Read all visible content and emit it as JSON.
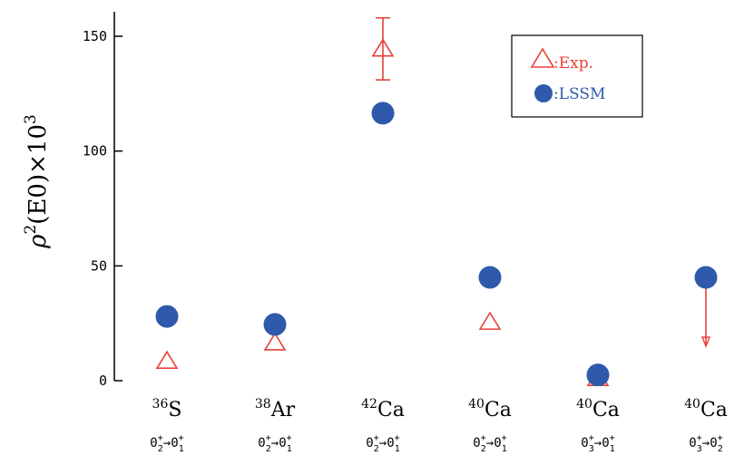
{
  "chart_data": {
    "type": "scatter",
    "ylabel": {
      "pre": "ρ",
      "sup1": "2",
      "mid": "(E0)×10",
      "sup2": "3"
    },
    "ylim": [
      0,
      160
    ],
    "yticks": [
      0,
      50,
      100,
      150
    ],
    "grid": false,
    "legend_position": "top-right",
    "categories": [
      {
        "mass": "36",
        "element": "S",
        "t1": "0",
        "s1": "+",
        "b1": "2",
        "arrow": "→",
        "t2": "0",
        "s2": "+",
        "b2": "1"
      },
      {
        "mass": "38",
        "element": "Ar",
        "t1": "0",
        "s1": "+",
        "b1": "2",
        "arrow": "→",
        "t2": "0",
        "s2": "+",
        "b2": "1"
      },
      {
        "mass": "42",
        "element": "Ca",
        "t1": "0",
        "s1": "+",
        "b1": "2",
        "arrow": "→",
        "t2": "0",
        "s2": "+",
        "b2": "1"
      },
      {
        "mass": "40",
        "element": "Ca",
        "t1": "0",
        "s1": "+",
        "b1": "2",
        "arrow": "→",
        "t2": "0",
        "s2": "+",
        "b2": "1"
      },
      {
        "mass": "40",
        "element": "Ca",
        "t1": "0",
        "s1": "+",
        "b1": "3",
        "arrow": "→",
        "t2": "0",
        "s2": "+",
        "b2": "1"
      },
      {
        "mass": "40",
        "element": "Ca",
        "t1": "0",
        "s1": "+",
        "b1": "3",
        "arrow": "→",
        "t2": "0",
        "s2": "+",
        "b2": "2"
      }
    ],
    "series": [
      {
        "name": ":Exp.",
        "marker": "triangle",
        "color": "#e8403a",
        "values": [
          9,
          17,
          145,
          26,
          1.5,
          null
        ],
        "error_low": [
          null,
          null,
          131,
          null,
          null,
          null
        ],
        "error_high": [
          null,
          null,
          158,
          null,
          null,
          null
        ],
        "upper_limit": [
          null,
          null,
          null,
          null,
          null,
          45
        ],
        "upper_limit_arrow_to": [
          null,
          null,
          null,
          null,
          null,
          15
        ]
      },
      {
        "name": ":LSSM",
        "marker": "circle",
        "color": "#2f5aab",
        "values": [
          28,
          24.5,
          116.5,
          45,
          2.5,
          45
        ]
      }
    ]
  }
}
